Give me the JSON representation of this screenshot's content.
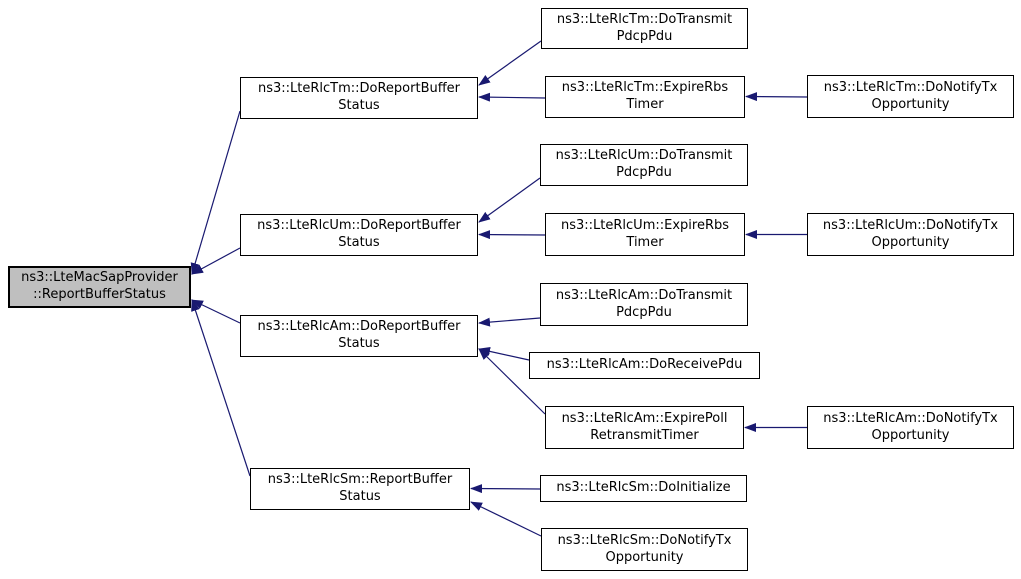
{
  "colors": {
    "background": "#ffffff",
    "edge": "#191970",
    "node_border": "#000000",
    "node_fill": "#ffffff",
    "main_fill": "#bfbfbf",
    "text": "#000000"
  },
  "nodes": [
    {
      "id": "main",
      "label": "ns3::LteMacSapProvider\n::ReportBufferStatus"
    },
    {
      "id": "tm_report",
      "label": "ns3::LteRlcTm::DoReportBuffer\nStatus"
    },
    {
      "id": "tm_transmit",
      "label": "ns3::LteRlcTm::DoTransmit\nPdcpPdu"
    },
    {
      "id": "tm_expire",
      "label": "ns3::LteRlcTm::ExpireRbs\nTimer"
    },
    {
      "id": "tm_notify",
      "label": "ns3::LteRlcTm::DoNotifyTx\nOpportunity"
    },
    {
      "id": "um_report",
      "label": "ns3::LteRlcUm::DoReportBuffer\nStatus"
    },
    {
      "id": "um_transmit",
      "label": "ns3::LteRlcUm::DoTransmit\nPdcpPdu"
    },
    {
      "id": "um_expire",
      "label": "ns3::LteRlcUm::ExpireRbs\nTimer"
    },
    {
      "id": "um_notify",
      "label": "ns3::LteRlcUm::DoNotifyTx\nOpportunity"
    },
    {
      "id": "am_report",
      "label": "ns3::LteRlcAm::DoReportBuffer\nStatus"
    },
    {
      "id": "am_transmit",
      "label": "ns3::LteRlcAm::DoTransmit\nPdcpPdu"
    },
    {
      "id": "am_receive",
      "label": "ns3::LteRlcAm::DoReceivePdu"
    },
    {
      "id": "am_expire",
      "label": "ns3::LteRlcAm::ExpirePoll\nRetransmitTimer"
    },
    {
      "id": "am_notify",
      "label": "ns3::LteRlcAm::DoNotifyTx\nOpportunity"
    },
    {
      "id": "sm_report",
      "label": "ns3::LteRlcSm::ReportBuffer\nStatus"
    },
    {
      "id": "sm_init",
      "label": "ns3::LteRlcSm::DoInitialize"
    },
    {
      "id": "sm_notify",
      "label": "ns3::LteRlcSm::DoNotifyTx\nOpportunity"
    }
  ],
  "edges": [
    {
      "from": "tm_report",
      "to": "main"
    },
    {
      "from": "um_report",
      "to": "main"
    },
    {
      "from": "am_report",
      "to": "main"
    },
    {
      "from": "sm_report",
      "to": "main"
    },
    {
      "from": "tm_transmit",
      "to": "tm_report"
    },
    {
      "from": "tm_expire",
      "to": "tm_report"
    },
    {
      "from": "tm_notify",
      "to": "tm_expire"
    },
    {
      "from": "um_transmit",
      "to": "um_report"
    },
    {
      "from": "um_expire",
      "to": "um_report"
    },
    {
      "from": "um_notify",
      "to": "um_expire"
    },
    {
      "from": "am_transmit",
      "to": "am_report"
    },
    {
      "from": "am_receive",
      "to": "am_report"
    },
    {
      "from": "am_expire",
      "to": "am_report"
    },
    {
      "from": "am_notify",
      "to": "am_expire"
    },
    {
      "from": "sm_init",
      "to": "sm_report"
    },
    {
      "from": "sm_notify",
      "to": "sm_report"
    }
  ]
}
